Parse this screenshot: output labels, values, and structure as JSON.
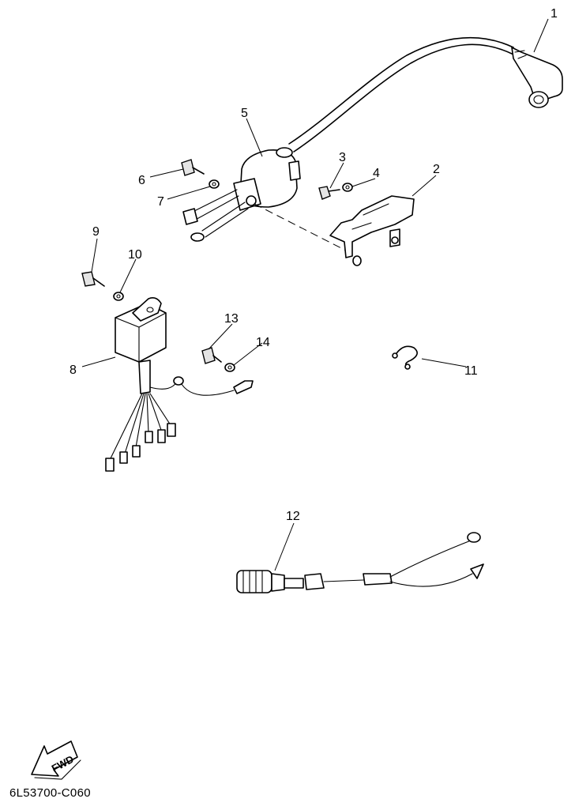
{
  "diagram": {
    "callouts": [
      {
        "id": "1",
        "label": "1"
      },
      {
        "id": "2",
        "label": "2"
      },
      {
        "id": "3",
        "label": "3"
      },
      {
        "id": "4",
        "label": "4"
      },
      {
        "id": "5",
        "label": "5"
      },
      {
        "id": "6",
        "label": "6"
      },
      {
        "id": "7",
        "label": "7"
      },
      {
        "id": "8",
        "label": "8"
      },
      {
        "id": "9",
        "label": "9"
      },
      {
        "id": "10",
        "label": "10"
      },
      {
        "id": "11",
        "label": "11"
      },
      {
        "id": "12",
        "label": "12"
      },
      {
        "id": "13",
        "label": "13"
      },
      {
        "id": "14",
        "label": "14"
      }
    ],
    "fwd_label": "FWD",
    "drawing_code": "6L53700-C060"
  }
}
